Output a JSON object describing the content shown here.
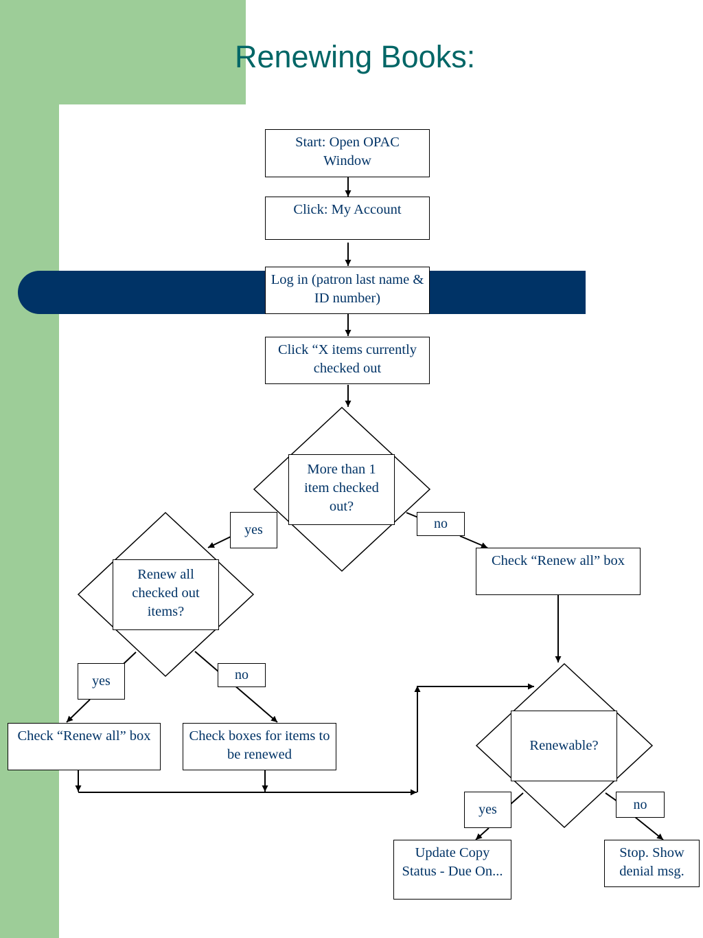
{
  "slide": {
    "title": "Renewing Books:",
    "colors": {
      "green_band": "#9dcd98",
      "navy_bar": "#003366",
      "title_teal": "#006666",
      "node_text": "#003366"
    }
  },
  "flowchart": {
    "nodes": {
      "start": "Start: Open OPAC Window",
      "my_account": "Click: My Account",
      "login": "Log in (patron last name & ID number)",
      "items_checked_out": "Click “X items currently checked out",
      "decision_more_than_one": "More than 1 item checked out?",
      "check_renew_all_right": "Check “Renew all” box",
      "decision_renew_all": "Renew all checked out items?",
      "check_renew_all_left": "Check “Renew all” box",
      "check_boxes": "Check boxes for items to be renewed",
      "decision_renewable": "Renewable?",
      "update_copy_status": "Update Copy Status - Due On...",
      "stop_denial": "Stop. Show denial msg."
    },
    "edge_labels": {
      "more_than_one_yes": "yes",
      "more_than_one_no": "no",
      "renew_all_yes": "yes",
      "renew_all_no": "no",
      "renewable_yes": "yes",
      "renewable_no": "no"
    }
  }
}
